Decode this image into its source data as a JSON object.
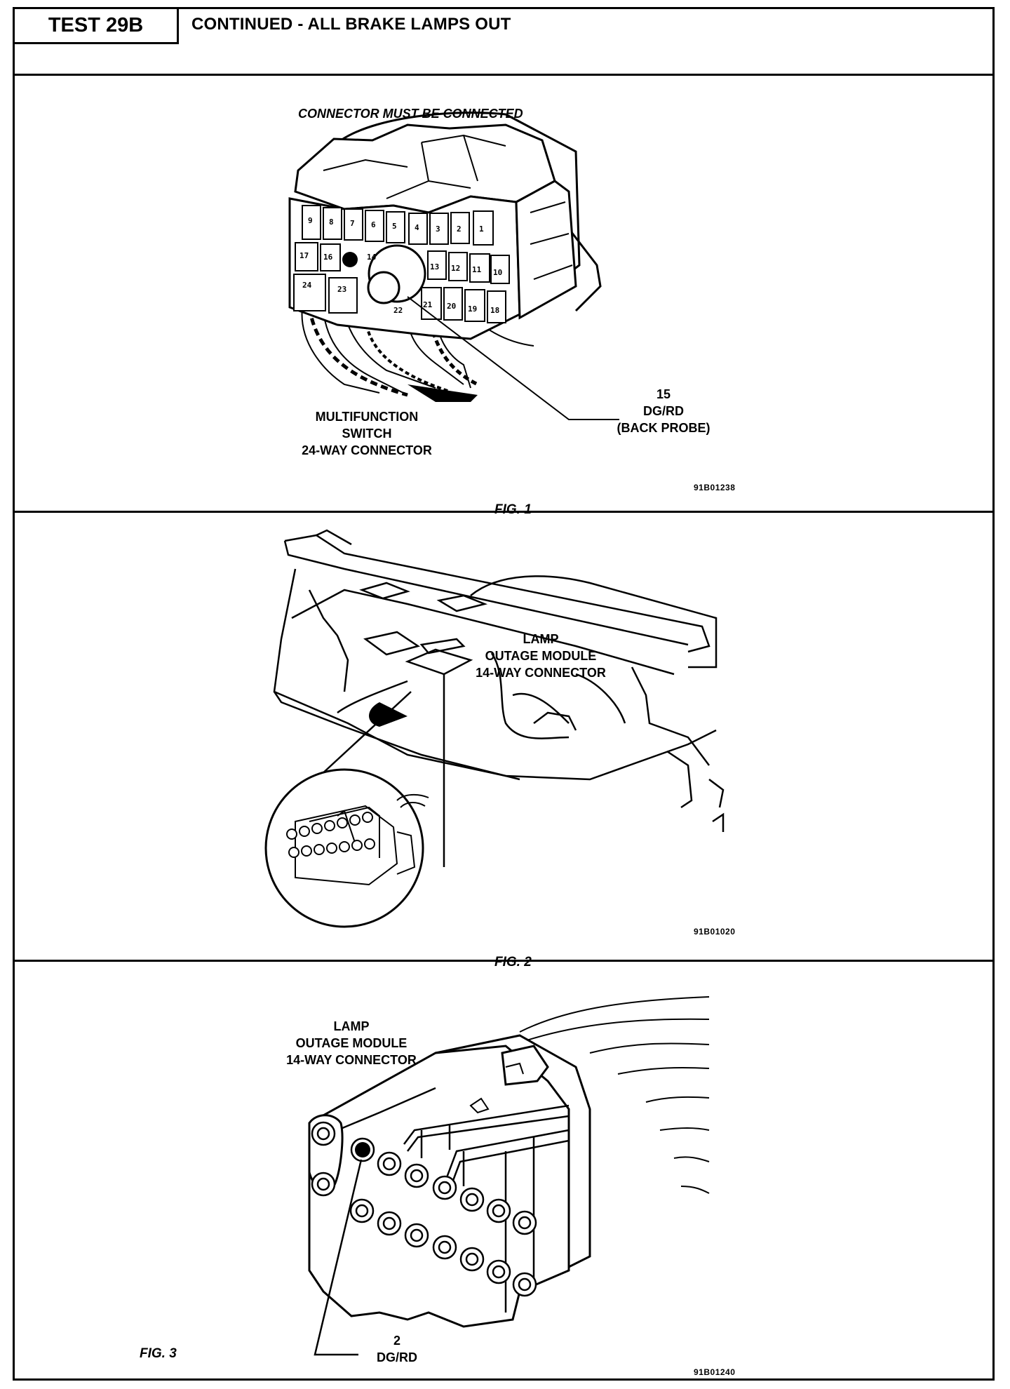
{
  "header": {
    "test_label": "TEST 29B",
    "title": "CONTINUED - ALL BRAKE LAMPS OUT"
  },
  "fig1": {
    "top_note": "CONNECTOR MUST BE CONNECTED",
    "connector_label": [
      "MULTIFUNCTION",
      "SWITCH",
      "24-WAY CONNECTOR"
    ],
    "callout": [
      "15",
      "DG/RD",
      "(BACK PROBE)"
    ],
    "pin_labels_top": [
      "9",
      "8",
      "7",
      "6",
      "5",
      "4",
      "3",
      "2",
      "1"
    ],
    "pin_labels_mid": [
      "17",
      "16",
      "14",
      "13",
      "12",
      "11",
      "10"
    ],
    "pin_labels_bot": [
      "24",
      "23",
      "22",
      "21",
      "20",
      "19",
      "18"
    ],
    "code": "91B01238",
    "caption": "FIG. 1"
  },
  "fig2": {
    "connector_label": [
      "LAMP",
      "OUTAGE MODULE",
      "14-WAY CONNECTOR"
    ],
    "code": "91B01020",
    "caption": "FIG. 2"
  },
  "fig3": {
    "connector_label": [
      "LAMP",
      "OUTAGE MODULE",
      "14-WAY CONNECTOR"
    ],
    "callout": [
      "2",
      "DG/RD"
    ],
    "code": "91B01240",
    "caption": "FIG. 3"
  }
}
